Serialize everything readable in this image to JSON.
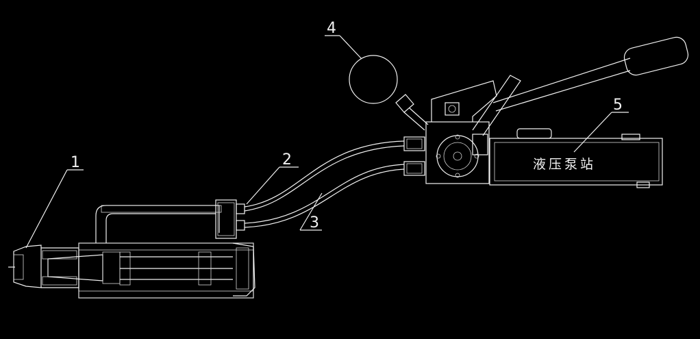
{
  "callouts": [
    {
      "id": "1",
      "text": "1"
    },
    {
      "id": "2",
      "text": "2"
    },
    {
      "id": "3",
      "text": "3"
    },
    {
      "id": "4",
      "text": "4"
    },
    {
      "id": "5",
      "text": "5"
    }
  ],
  "pump_station_label": "液压泵站",
  "colors": {
    "background": "#000000",
    "line": "#f2f2f2"
  }
}
